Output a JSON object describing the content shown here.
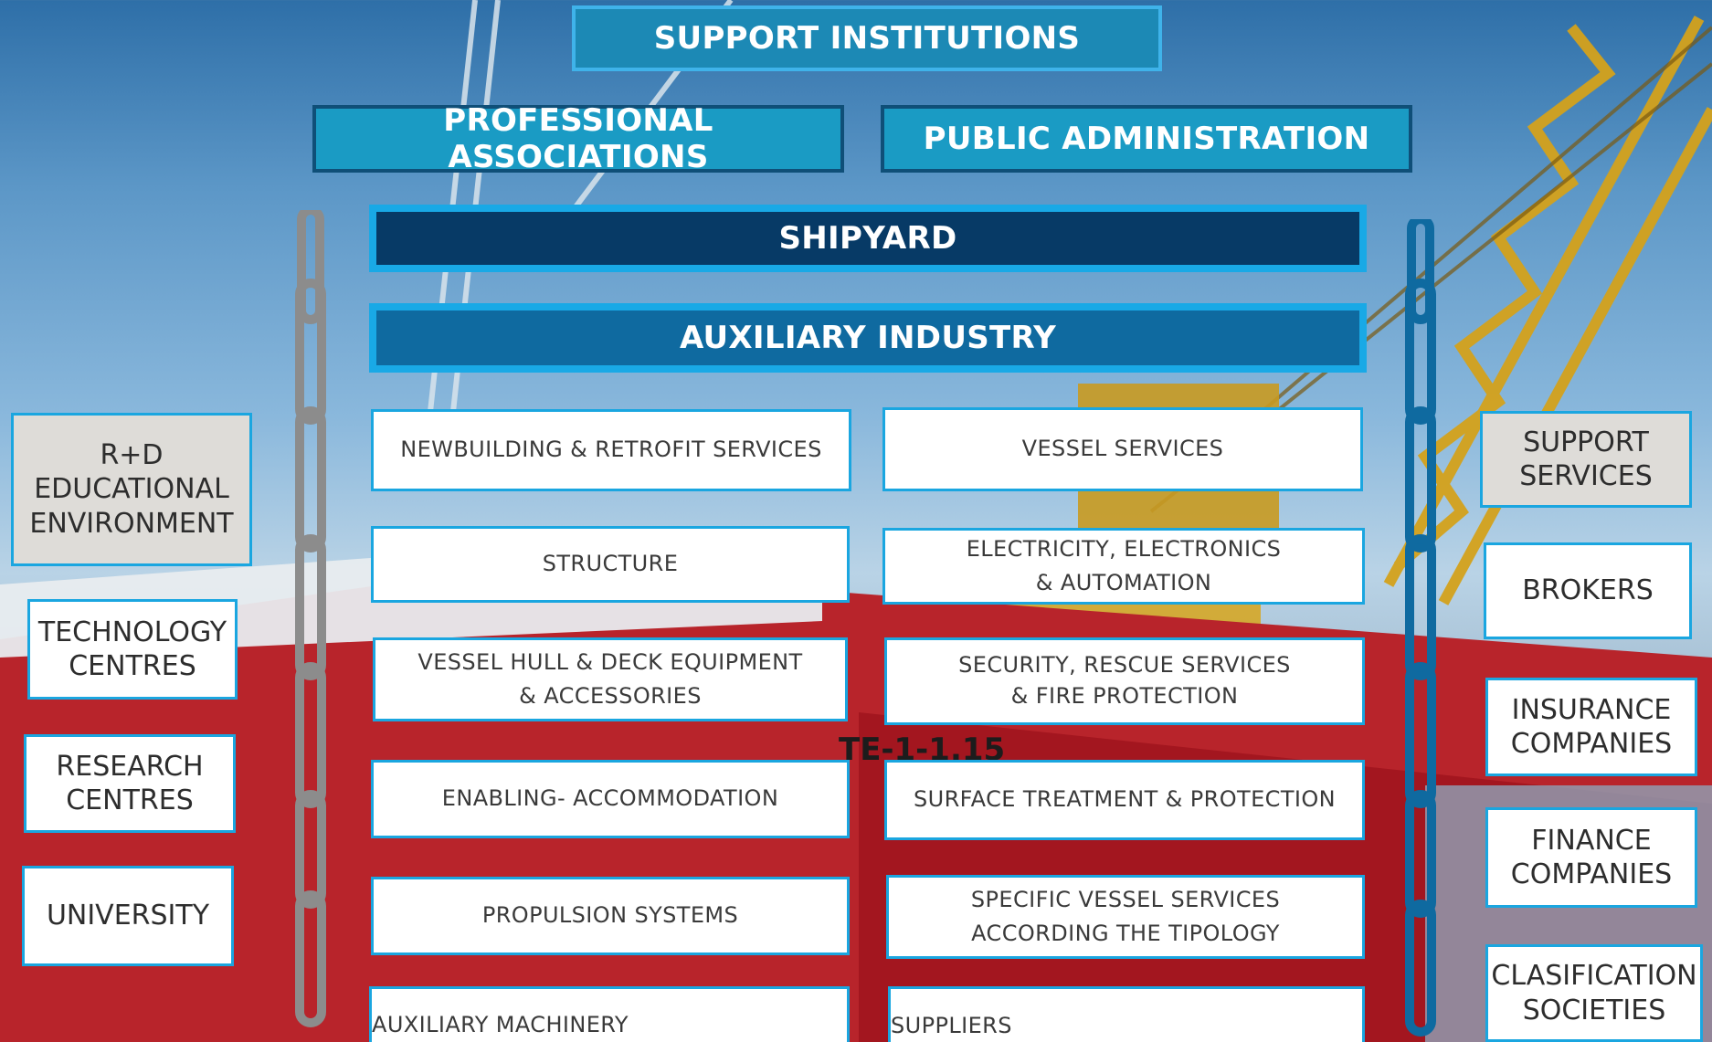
{
  "header": {
    "support_institutions": "SUPPORT INSTITUTIONS",
    "professional_associations": "PROFESSIONAL ASSOCIATIONS",
    "public_administration": "PUBLIC ADMINISTRATION",
    "shipyard": "SHIPYARD",
    "auxiliary_industry": "AUXILIARY INDUSTRY"
  },
  "left_column": [
    {
      "lines": [
        "NEWBUILDING & RETROFIT SERVICES"
      ]
    },
    {
      "lines": [
        "STRUCTURE"
      ]
    },
    {
      "lines": [
        "VESSEL HULL & DECK EQUIPMENT",
        "&  ACCESSORIES"
      ]
    },
    {
      "lines": [
        "ENABLING- ACCOMMODATION"
      ]
    },
    {
      "lines": [
        "PROPULSION SYSTEMS"
      ]
    },
    {
      "lines": [
        "AUXILIARY MACHINERY"
      ]
    }
  ],
  "right_column": [
    {
      "lines": [
        "VESSEL SERVICES"
      ]
    },
    {
      "lines": [
        "ELECTRICITY, ELECTRONICS",
        "& AUTOMATION"
      ]
    },
    {
      "lines": [
        "SECURITY, RESCUE SERVICES",
        "& FIRE PROTECTION"
      ]
    },
    {
      "lines": [
        "SURFACE TREATMENT & PROTECTION"
      ]
    },
    {
      "lines": [
        "SPECIFIC VESSEL SERVICES",
        "ACCORDING THE TIPOLOGY"
      ]
    },
    {
      "lines": [
        "SUPPLIERS"
      ]
    }
  ],
  "left_side": [
    {
      "lines": [
        "R+D",
        "EDUCATIONAL",
        "ENVIRONMENT"
      ]
    },
    {
      "lines": [
        "TECHNOLOGY",
        "CENTRES"
      ]
    },
    {
      "lines": [
        "RESEARCH",
        "CENTRES"
      ]
    },
    {
      "lines": [
        "UNIVERSITY"
      ]
    }
  ],
  "right_side": [
    {
      "lines": [
        "SUPPORT",
        "SERVICES"
      ]
    },
    {
      "lines": [
        "BROKERS"
      ]
    },
    {
      "lines": [
        "INSURANCE",
        "COMPANIES"
      ]
    },
    {
      "lines": [
        "FINANCE",
        "COMPANIES"
      ]
    },
    {
      "lines": [
        "CLASIFICATION",
        "SOCIETIES"
      ]
    }
  ],
  "background": {
    "hull_marking": "TE-1-1.15"
  },
  "colors": {
    "header_light": "#1c89b5",
    "header_dark": "#073a66",
    "border_accent": "#19a9e6",
    "left_chain": "#8c8c8c",
    "right_chain": "#0f6aa0"
  },
  "icons": {
    "left_chain": "chain-icon",
    "right_chain": "chain-icon"
  }
}
